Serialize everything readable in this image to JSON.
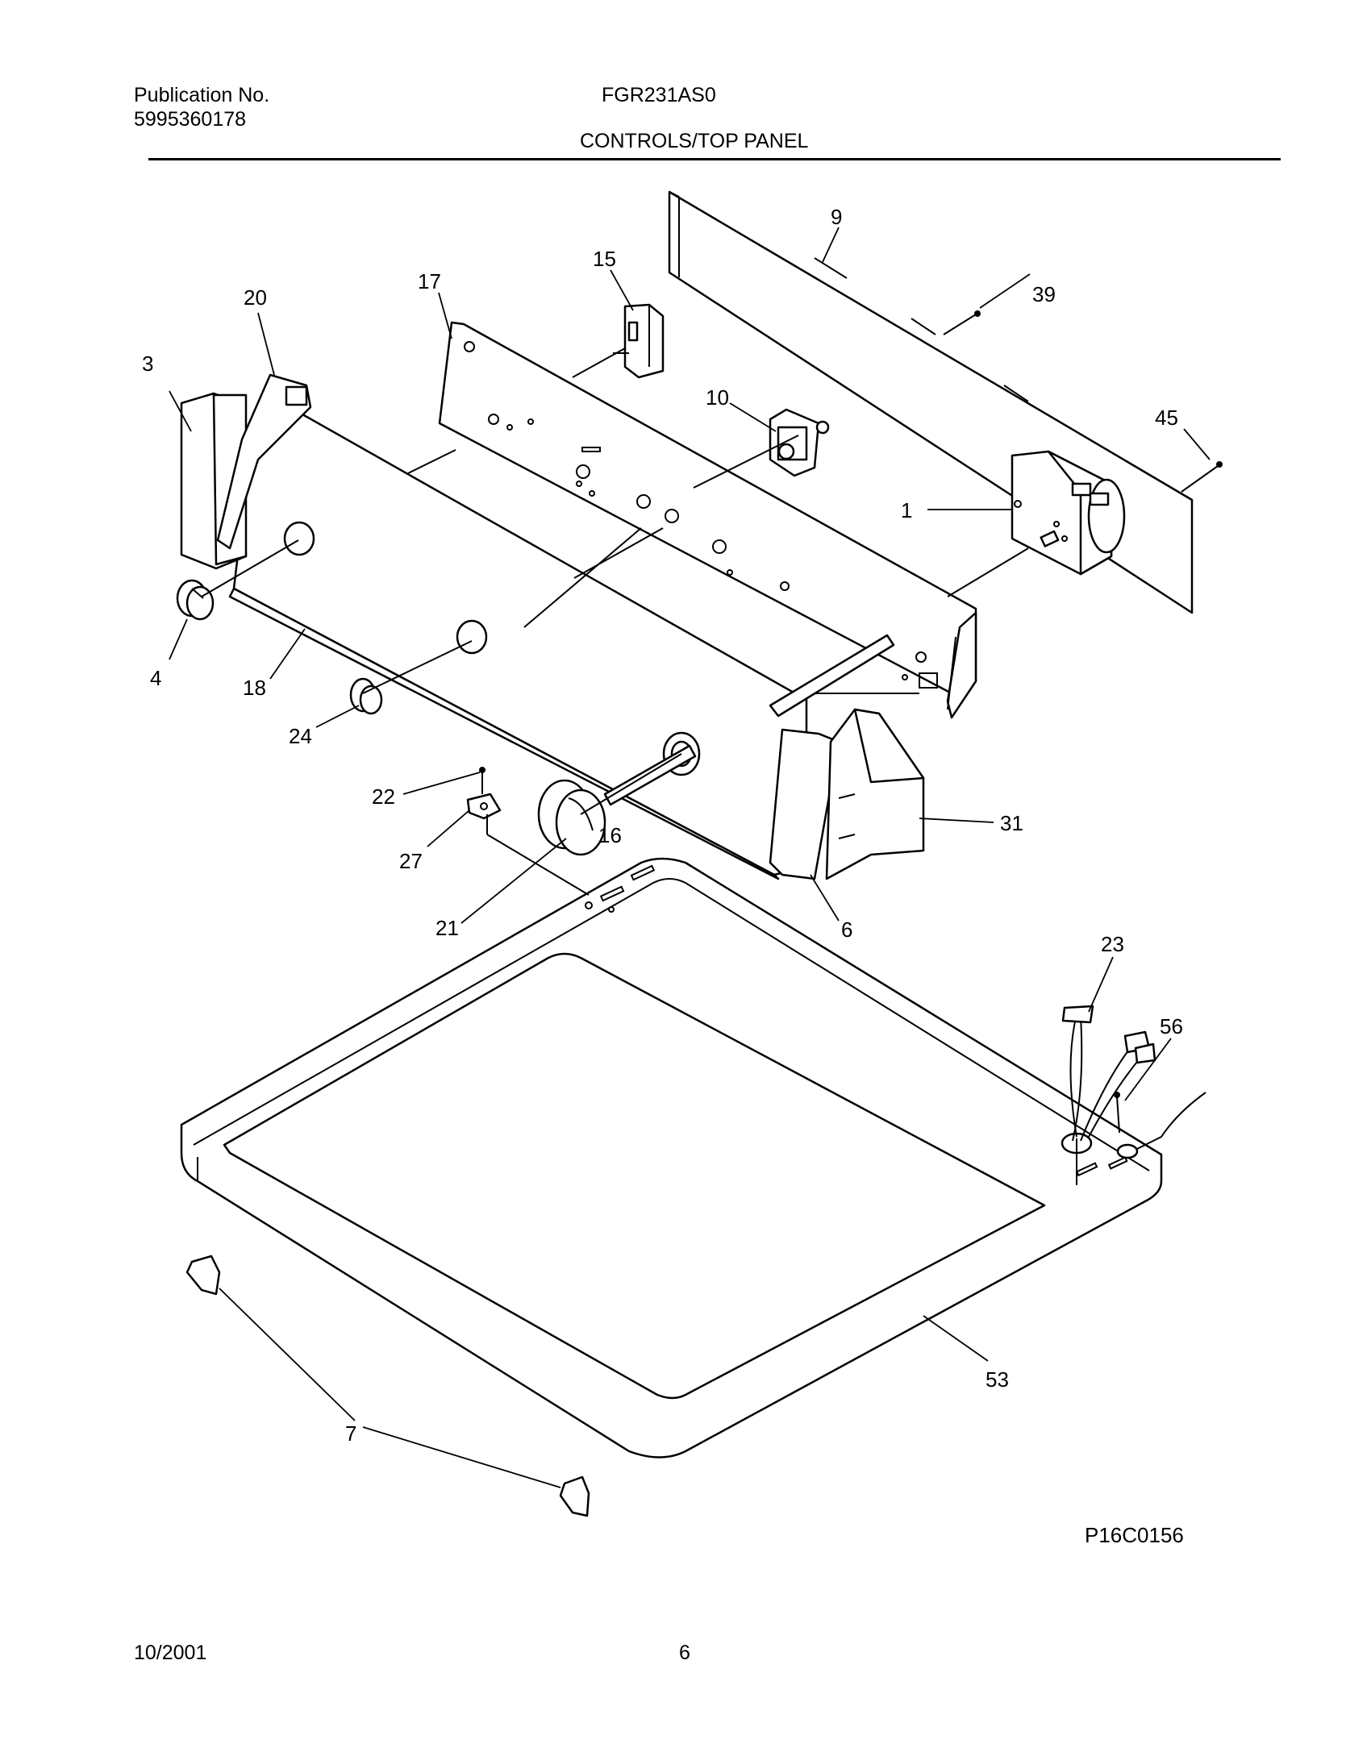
{
  "header": {
    "publication_label": "Publication No.",
    "publication_number": "5995360178",
    "model": "FGR231AS0",
    "section_title": "CONTROLS/TOP PANEL"
  },
  "diagram": {
    "callouts": [
      "9",
      "15",
      "39",
      "17",
      "20",
      "3",
      "10",
      "45",
      "1",
      "4",
      "18",
      "24",
      "22",
      "27",
      "16",
      "31",
      "21",
      "6",
      "23",
      "56",
      "53",
      "7"
    ],
    "figure_code": "P16C0156"
  },
  "footer": {
    "date": "10/2001",
    "page_number": "6"
  }
}
